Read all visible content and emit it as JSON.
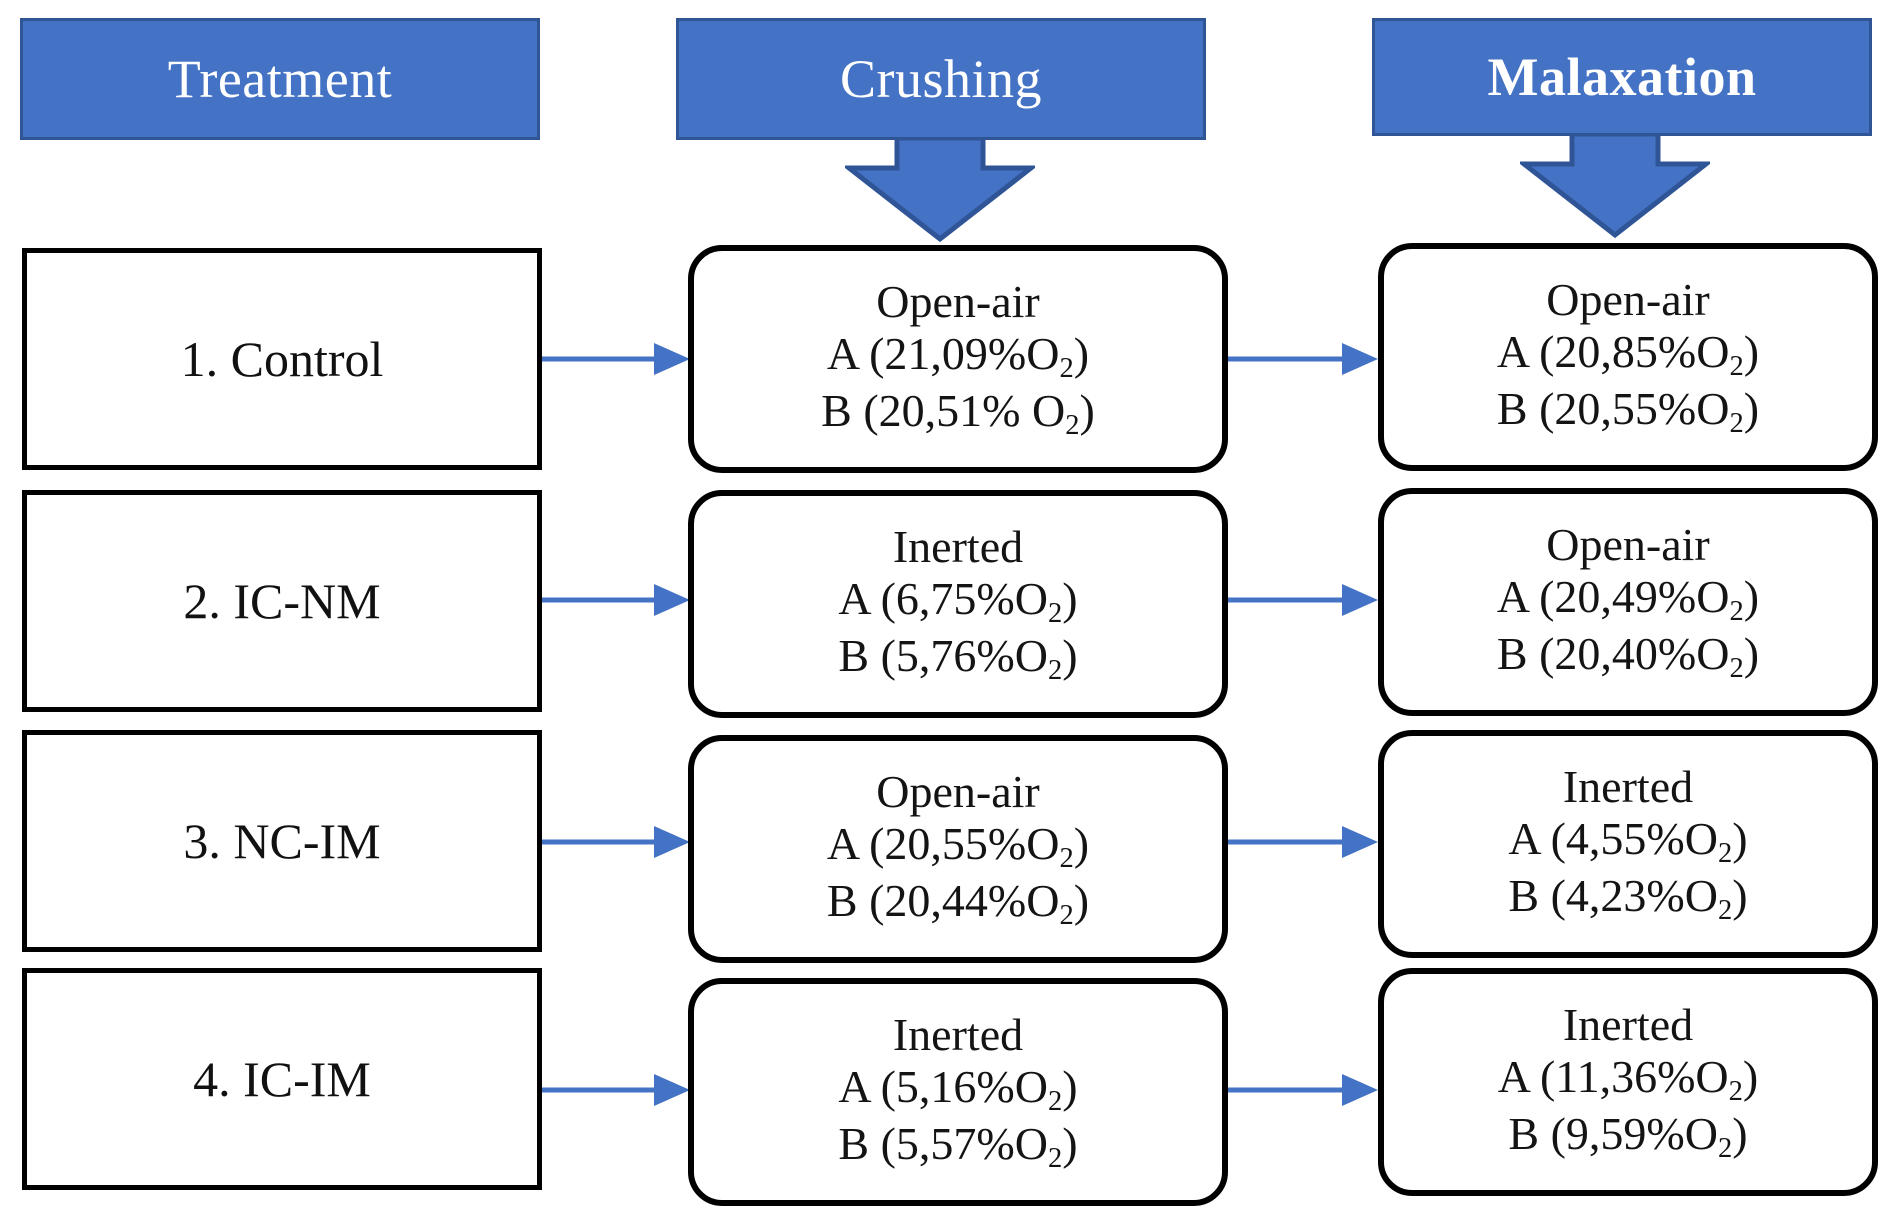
{
  "colors": {
    "banner_fill": "#4472C4",
    "banner_border": "#2F5597",
    "banner_text": "#FFFFFF",
    "box_border": "#000000",
    "box_fill": "#FFFFFF",
    "arrow": "#4472C4",
    "text": "#111111"
  },
  "headers": [
    {
      "label": "Treatment",
      "bold": false,
      "has_arrow": false
    },
    {
      "label": "Crushing",
      "bold": false,
      "has_arrow": true
    },
    {
      "label": "Malaxation",
      "bold": true,
      "has_arrow": true
    }
  ],
  "rows": [
    {
      "treatment": "1. Control",
      "crushing": {
        "condition": "Open-air",
        "a": "A (21,09%O",
        "a_sub": "2",
        "a_end": ")",
        "b": "B (20,51% O",
        "b_sub": "2",
        "b_end": ")"
      },
      "malaxation": {
        "condition": "Open-air",
        "a": "A (20,85%O",
        "a_sub": "2",
        "a_end": ")",
        "b": "B (20,55%O",
        "b_sub": "2",
        "b_end": ")"
      }
    },
    {
      "treatment": "2. IC-NM",
      "crushing": {
        "condition": "Inerted",
        "a": "A (6,75%O",
        "a_sub": "2",
        "a_end": ")",
        "b": "B (5,76%O",
        "b_sub": "2",
        "b_end": ")"
      },
      "malaxation": {
        "condition": "Open-air",
        "a": "A (20,49%O",
        "a_sub": "2",
        "a_end": ")",
        "b": "B (20,40%O",
        "b_sub": "2",
        "b_end": ")"
      }
    },
    {
      "treatment": "3. NC-IM",
      "crushing": {
        "condition": "Open-air",
        "a": "A (20,55%O",
        "a_sub": "2",
        "a_end": ")",
        "b": "B (20,44%O",
        "b_sub": "2",
        "b_end": ")"
      },
      "malaxation": {
        "condition": "Inerted",
        "a": "A (4,55%O",
        "a_sub": "2",
        "a_end": ")",
        "b": "B (4,23%O",
        "b_sub": "2",
        "b_end": ")"
      }
    },
    {
      "treatment": "4. IC-IM",
      "crushing": {
        "condition": "Inerted",
        "a": "A (5,16%O",
        "a_sub": "2",
        "a_end": ")",
        "b": "B (5,57%O",
        "b_sub": "2",
        "b_end": ")"
      },
      "malaxation": {
        "condition": "Inerted",
        "a": "A (11,36%O",
        "a_sub": "2",
        "a_end": ")",
        "b": "B (9,59%O",
        "b_sub": "2",
        "b_end": ")"
      }
    }
  ],
  "chart_data": {
    "type": "table",
    "title": "Oxygen concentration by treatment, stage and replicate",
    "columns": [
      "Treatment",
      "Crushing condition",
      "Crushing A (%O2)",
      "Crushing B (%O2)",
      "Malaxation condition",
      "Malaxation A (%O2)",
      "Malaxation B (%O2)"
    ],
    "rows": [
      [
        "1. Control",
        "Open-air",
        21.09,
        20.51,
        "Open-air",
        20.85,
        20.55
      ],
      [
        "2. IC-NM",
        "Inerted",
        6.75,
        5.76,
        "Open-air",
        20.49,
        20.4
      ],
      [
        "3. NC-IM",
        "Open-air",
        20.55,
        20.44,
        "Inerted",
        4.55,
        4.23
      ],
      [
        "4. IC-IM",
        "Inerted",
        5.16,
        5.57,
        "Inerted",
        11.36,
        9.59
      ]
    ]
  }
}
